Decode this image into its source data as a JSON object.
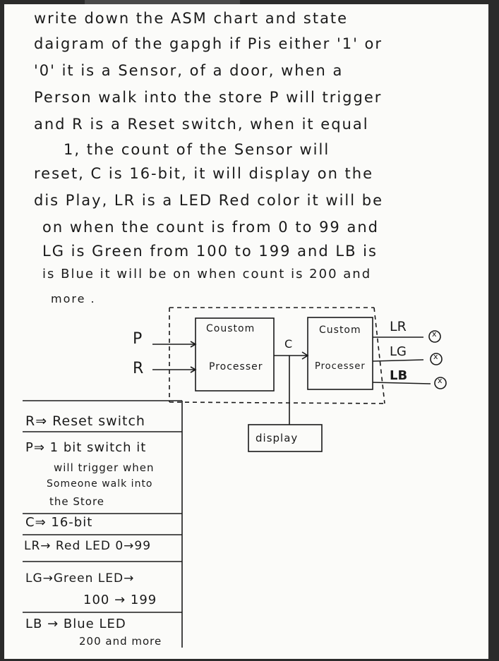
{
  "problem_lines": [
    "write down   the   ASM chart and state",
    "daigram of the gapgh if Pis either '1' or",
    "'0' it is  a Sensor, of a door, when a",
    "Person walk into the store  P will trigger",
    "and  R is  a Reset switch, when it equal",
    "1, the count of the Sensor will",
    "reset, C is 16-bit, it will display on the",
    "dis Play, LR is a LED Red color it will be",
    "on when the count is from 0 to 99 and",
    "LG is Green from 100 to 199 and LB is",
    "is Blue it will be on when count is 200 and",
    "more ."
  ],
  "diagram": {
    "input_p": "P",
    "input_r": "R",
    "block1_top": "Coustom",
    "block1_bottom": "Processer",
    "bus_label": "C",
    "block2_top": "Custom",
    "block2_bottom": "Processer",
    "output_lr": "LR",
    "output_lg": "LG",
    "output_lb": "LB",
    "output_mark": "x",
    "display_label": "display"
  },
  "legend": {
    "r": "R⇒ Reset switch",
    "p1": "P⇒ 1 bit switch it",
    "p2": "will trigger when",
    "p3": "Someone walk into",
    "p4": "the Store",
    "c": "C⇒ 16-bit",
    "lr": "LR→ Red LED 0→99",
    "lg1": "LG→Green LED→",
    "lg2": "100 → 199",
    "lb1": "LB → Blue LED",
    "lb2": "200 and more"
  }
}
